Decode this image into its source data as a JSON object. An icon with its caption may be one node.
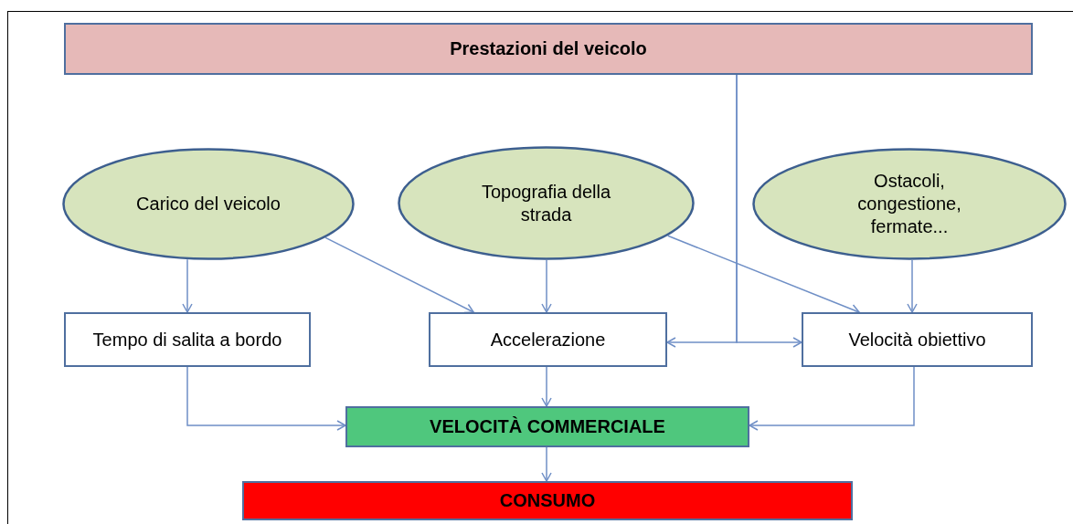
{
  "diagram": {
    "nodes": [
      {
        "text": [
          "Prestazioni del veicolo"
        ]
      },
      {
        "text": [
          "Carico del veicolo"
        ]
      },
      {
        "text": [
          "Topografia della strada"
        ]
      },
      {
        "text": [
          "Ostacoli, congestione, fermate..."
        ]
      },
      {
        "text": [
          "Tempo di salita a bordo"
        ]
      },
      {
        "text": [
          "Accelerazione"
        ]
      },
      {
        "text": [
          "Velocità obiettivo"
        ]
      },
      {
        "text": [
          "VELOCITÀ COMMERCIALE"
        ]
      },
      {
        "text": [
          "CONSUMO"
        ]
      }
    ],
    "edges": [
      {
        "from": 1,
        "to": 4,
        "arrow": "to"
      },
      {
        "from": 1,
        "to": 5,
        "arrow": "to"
      },
      {
        "from": 2,
        "to": 5,
        "arrow": "to"
      },
      {
        "from": 2,
        "to": 6,
        "arrow": "to"
      },
      {
        "from": 3,
        "to": 6,
        "arrow": "to"
      },
      {
        "from": 0,
        "to": 5,
        "arrow": "to"
      },
      {
        "from": 0,
        "to": 6,
        "arrow": "to"
      },
      {
        "from": 4,
        "to": 7,
        "arrow": "to"
      },
      {
        "from": 5,
        "to": 7,
        "arrow": "to"
      },
      {
        "from": 6,
        "to": 7,
        "arrow": "to"
      },
      {
        "from": 7,
        "to": 8,
        "arrow": "to"
      }
    ]
  }
}
